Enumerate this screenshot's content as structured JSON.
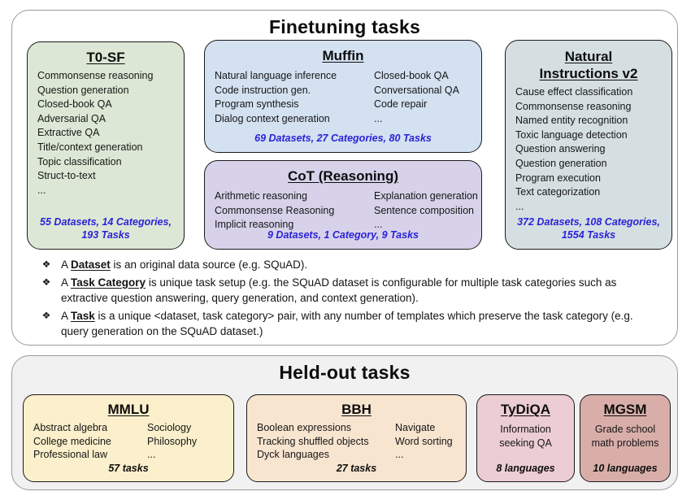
{
  "colors": {
    "stat_blue": "#2a22d8",
    "t0sf_green": "#dce8d5",
    "muffin_blue": "#d3e1f1",
    "cot_purple": "#d7d2ea",
    "niv2_teal": "#d5dfe1",
    "mmlu_yellow": "#fbf0cb",
    "bbh_peach": "#f8e5d0",
    "tydiqa_pink": "#eccdd3",
    "mgsm_mauve": "#d9aea9",
    "panel_border": "#9a9a9a",
    "box_border": "#1a1a1a"
  },
  "finetuning": {
    "title": "Finetuning tasks",
    "bullet": "❖",
    "t0sf": {
      "title": "T0-SF",
      "items": [
        "Commonsense reasoning",
        "Question generation",
        "Closed-book QA",
        "Adversarial QA",
        "Extractive QA",
        "Title/context generation",
        "Topic classification",
        "Struct-to-text",
        "..."
      ],
      "stats": "55 Datasets, 14 Categories, 193 Tasks"
    },
    "muffin": {
      "title": "Muffin",
      "col1": [
        "Natural language inference",
        "Code instruction gen.",
        "Program synthesis",
        "Dialog context generation"
      ],
      "col2": [
        "Closed-book QA",
        "Conversational QA",
        "Code repair",
        "..."
      ],
      "stats": "69 Datasets, 27 Categories, 80 Tasks"
    },
    "cot": {
      "title": "CoT (Reasoning)",
      "col1": [
        "Arithmetic reasoning",
        "Commonsense Reasoning",
        "Implicit reasoning"
      ],
      "col2": [
        "Explanation generation",
        "Sentence composition",
        "..."
      ],
      "stats": "9 Datasets, 1 Category, 9 Tasks"
    },
    "niv2": {
      "title": "Natural Instructions v2",
      "items": [
        "Cause effect classification",
        "Commonsense reasoning",
        "Named entity recognition",
        "Toxic language detection",
        "Question answering",
        "Question generation",
        "Program execution",
        "Text categorization",
        "..."
      ],
      "stats": "372 Datasets, 108 Categories, 1554 Tasks"
    },
    "notes": [
      {
        "pre": "A ",
        "term": "Dataset",
        "post": " is an original data source (e.g. SQuAD)."
      },
      {
        "pre": "A ",
        "term": "Task Category",
        "post": " is unique task setup (e.g. the SQuAD dataset is configurable for multiple task categories such as extractive question answering, query generation, and context generation)."
      },
      {
        "pre": "A ",
        "term": "Task",
        "post": " is a unique <dataset, task category> pair, with any number of templates which preserve the task category (e.g. query generation on the SQuAD dataset.)"
      }
    ]
  },
  "heldout": {
    "title": "Held-out tasks",
    "mmlu": {
      "title": "MMLU",
      "col1": [
        "Abstract algebra",
        "College medicine",
        "Professional law"
      ],
      "col2": [
        "Sociology",
        "Philosophy",
        "..."
      ],
      "stats": "57 tasks"
    },
    "bbh": {
      "title": "BBH",
      "col1": [
        "Boolean expressions",
        "Tracking shuffled objects",
        "Dyck languages"
      ],
      "col2": [
        "Navigate",
        "Word sorting",
        "..."
      ],
      "stats": "27 tasks"
    },
    "tydiqa": {
      "title": "TyDiQA",
      "line1": "Information",
      "line2": "seeking QA",
      "stats": "8 languages"
    },
    "mgsm": {
      "title": "MGSM",
      "line1": "Grade school",
      "line2": "math problems",
      "stats": "10 languages"
    }
  }
}
